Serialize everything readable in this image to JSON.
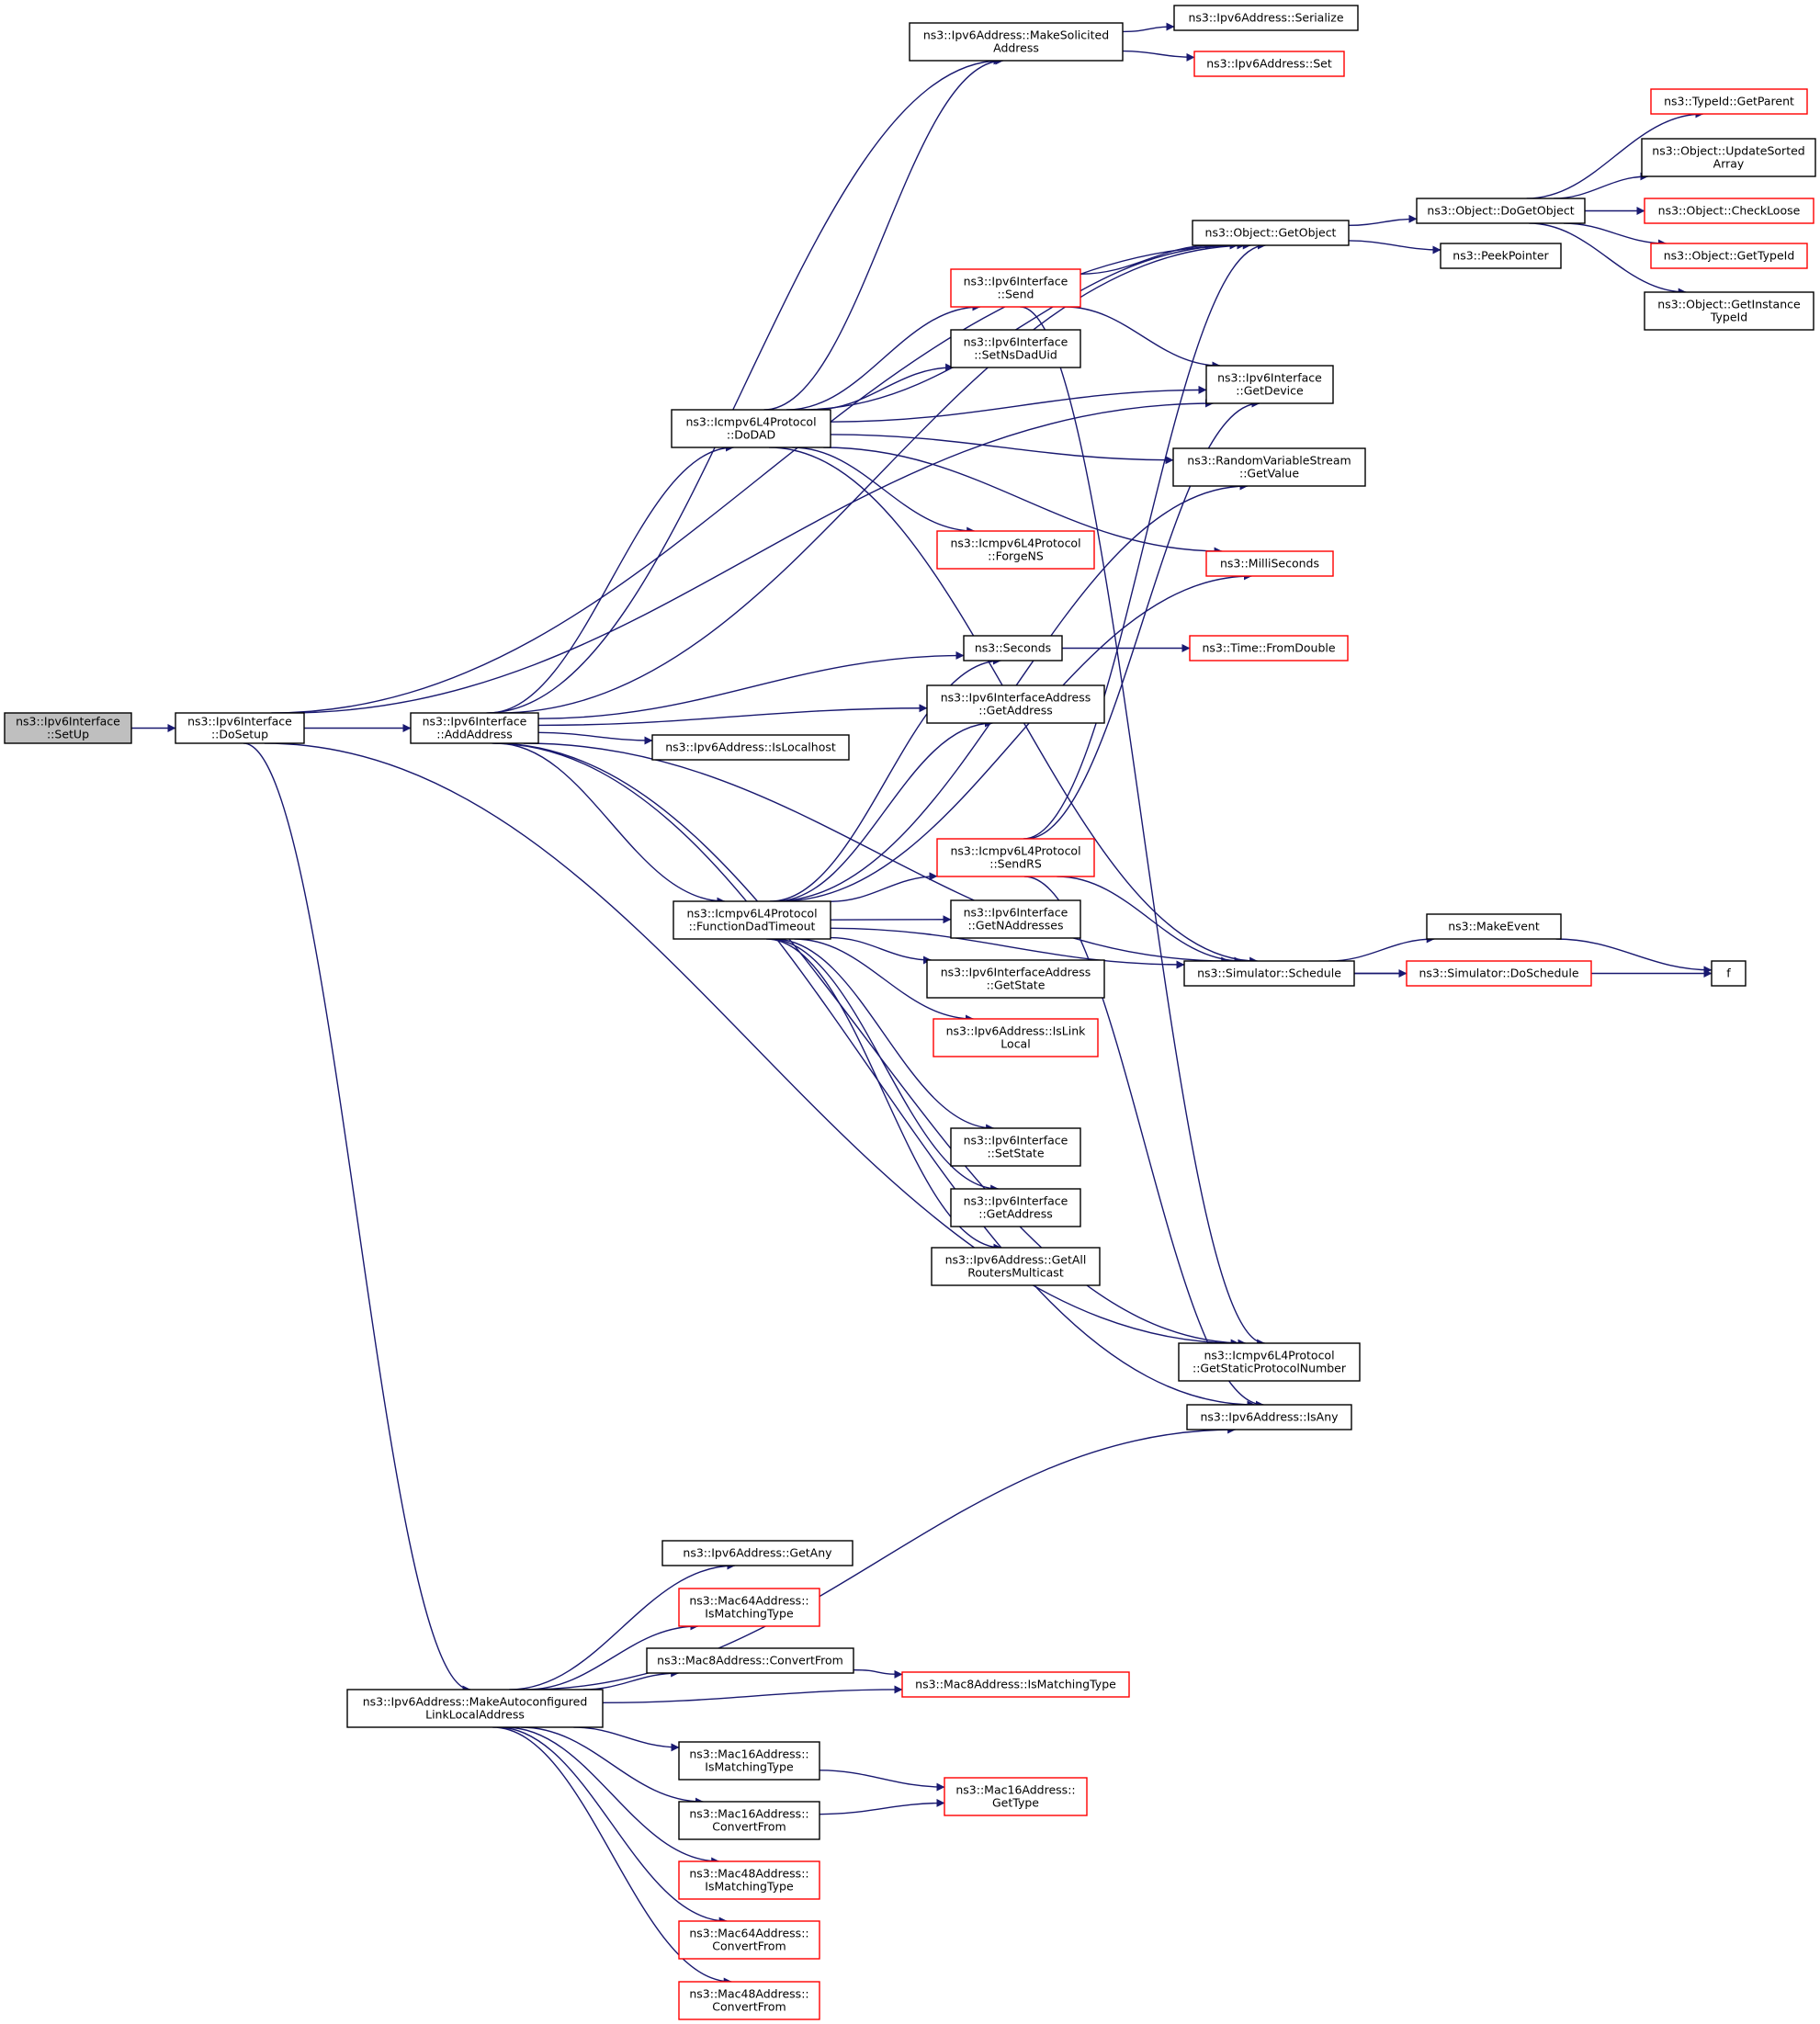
{
  "colors": {
    "edge": "#191970",
    "node_border_normal": "#000000",
    "node_border_incomplete": "#ff0000",
    "node_fill_normal": "#ffffff",
    "node_fill_root": "#bfbfbf"
  },
  "nodes": [
    {
      "id": "n0",
      "lines": [
        "ns3::Ipv6Interface",
        "::SetUp"
      ],
      "style": "root"
    },
    {
      "id": "n1",
      "lines": [
        "ns3::Ipv6Interface",
        "::DoSetup"
      ],
      "style": "normal"
    },
    {
      "id": "n2",
      "lines": [
        "ns3::Ipv6Interface",
        "::AddAddress"
      ],
      "style": "normal"
    },
    {
      "id": "n3",
      "lines": [
        "ns3::Ipv6Address::MakeSolicited",
        "Address"
      ],
      "style": "normal"
    },
    {
      "id": "n4",
      "lines": [
        "ns3::Ipv6Address::Serialize"
      ],
      "style": "normal"
    },
    {
      "id": "n5",
      "lines": [
        "ns3::Ipv6Address::Set"
      ],
      "style": "red"
    },
    {
      "id": "n6",
      "lines": [
        "ns3::Object::GetObject"
      ],
      "style": "normal"
    },
    {
      "id": "n7",
      "lines": [
        "ns3::Object::DoGetObject"
      ],
      "style": "normal"
    },
    {
      "id": "n8",
      "lines": [
        "ns3::TypeId::GetParent"
      ],
      "style": "red"
    },
    {
      "id": "n9",
      "lines": [
        "ns3::Object::UpdateSorted",
        "Array"
      ],
      "style": "normal"
    },
    {
      "id": "n10",
      "lines": [
        "ns3::Object::CheckLoose"
      ],
      "style": "red"
    },
    {
      "id": "n11",
      "lines": [
        "ns3::Object::GetTypeId"
      ],
      "style": "red"
    },
    {
      "id": "n12",
      "lines": [
        "ns3::Object::GetInstance",
        "TypeId"
      ],
      "style": "normal"
    },
    {
      "id": "n13",
      "lines": [
        "ns3::PeekPointer"
      ],
      "style": "normal"
    },
    {
      "id": "n14",
      "lines": [
        "ns3::Ipv6Interface",
        "::Send"
      ],
      "style": "red"
    },
    {
      "id": "n15",
      "lines": [
        "ns3::Ipv6Interface",
        "::SetNsDadUid"
      ],
      "style": "normal"
    },
    {
      "id": "n16",
      "lines": [
        "ns3::Ipv6Interface",
        "::GetDevice"
      ],
      "style": "normal"
    },
    {
      "id": "n17",
      "lines": [
        "ns3::Icmpv6L4Protocol",
        "::DoDAD"
      ],
      "style": "normal"
    },
    {
      "id": "n18",
      "lines": [
        "ns3::RandomVariableStream",
        "::GetValue"
      ],
      "style": "normal"
    },
    {
      "id": "n19",
      "lines": [
        "ns3::Icmpv6L4Protocol",
        "::ForgeNS"
      ],
      "style": "red"
    },
    {
      "id": "n20",
      "lines": [
        "ns3::MilliSeconds"
      ],
      "style": "red"
    },
    {
      "id": "n21",
      "lines": [
        "ns3::Seconds"
      ],
      "style": "normal"
    },
    {
      "id": "n22",
      "lines": [
        "ns3::Time::FromDouble"
      ],
      "style": "red"
    },
    {
      "id": "n23",
      "lines": [
        "ns3::Ipv6InterfaceAddress",
        "::GetAddress"
      ],
      "style": "normal"
    },
    {
      "id": "n24",
      "lines": [
        "ns3::Ipv6Address::IsLocalhost"
      ],
      "style": "normal"
    },
    {
      "id": "n25",
      "lines": [
        "ns3::Icmpv6L4Protocol",
        "::SendRS"
      ],
      "style": "red"
    },
    {
      "id": "n26",
      "lines": [
        "ns3::Icmpv6L4Protocol",
        "::FunctionDadTimeout"
      ],
      "style": "normal"
    },
    {
      "id": "n27",
      "lines": [
        "ns3::Ipv6Interface",
        "::GetNAddresses"
      ],
      "style": "normal"
    },
    {
      "id": "n28",
      "lines": [
        "ns3::MakeEvent"
      ],
      "style": "normal"
    },
    {
      "id": "n29",
      "lines": [
        "ns3::Ipv6InterfaceAddress",
        "::GetState"
      ],
      "style": "normal"
    },
    {
      "id": "n30",
      "lines": [
        "ns3::Simulator::Schedule"
      ],
      "style": "normal"
    },
    {
      "id": "n31",
      "lines": [
        "ns3::Simulator::DoSchedule"
      ],
      "style": "red"
    },
    {
      "id": "n32",
      "lines": [
        "f"
      ],
      "style": "normal"
    },
    {
      "id": "n33",
      "lines": [
        "ns3::Ipv6Address::IsLink",
        "Local"
      ],
      "style": "red"
    },
    {
      "id": "n34",
      "lines": [
        "ns3::Ipv6Interface",
        "::SetState"
      ],
      "style": "normal"
    },
    {
      "id": "n35",
      "lines": [
        "ns3::Ipv6Interface",
        "::GetAddress"
      ],
      "style": "normal"
    },
    {
      "id": "n36",
      "lines": [
        "ns3::Ipv6Address::GetAll",
        "RoutersMulticast"
      ],
      "style": "normal"
    },
    {
      "id": "n37",
      "lines": [
        "ns3::Icmpv6L4Protocol",
        "::GetStaticProtocolNumber"
      ],
      "style": "normal"
    },
    {
      "id": "n38",
      "lines": [
        "ns3::Ipv6Address::IsAny"
      ],
      "style": "normal"
    },
    {
      "id": "n39",
      "lines": [
        "ns3::Ipv6Address::GetAny"
      ],
      "style": "normal"
    },
    {
      "id": "n40",
      "lines": [
        "ns3::Mac64Address::",
        "IsMatchingType"
      ],
      "style": "red"
    },
    {
      "id": "n41",
      "lines": [
        "ns3::Mac8Address::ConvertFrom"
      ],
      "style": "normal"
    },
    {
      "id": "n42",
      "lines": [
        "ns3::Mac8Address::IsMatchingType"
      ],
      "style": "red"
    },
    {
      "id": "n43",
      "lines": [
        "ns3::Ipv6Address::MakeAutoconfigured",
        "LinkLocalAddress"
      ],
      "style": "normal"
    },
    {
      "id": "n44",
      "lines": [
        "ns3::Mac16Address::",
        "IsMatchingType"
      ],
      "style": "normal"
    },
    {
      "id": "n45",
      "lines": [
        "ns3::Mac16Address::",
        "GetType"
      ],
      "style": "red"
    },
    {
      "id": "n46",
      "lines": [
        "ns3::Mac16Address::",
        "ConvertFrom"
      ],
      "style": "normal"
    },
    {
      "id": "n47",
      "lines": [
        "ns3::Mac48Address::",
        "IsMatchingType"
      ],
      "style": "red"
    },
    {
      "id": "n48",
      "lines": [
        "ns3::Mac64Address::",
        "ConvertFrom"
      ],
      "style": "red"
    },
    {
      "id": "n49",
      "lines": [
        "ns3::Mac48Address::",
        "ConvertFrom"
      ],
      "style": "red"
    }
  ],
  "edges": [
    {
      "from": "n0",
      "to": "n1"
    },
    {
      "from": "n1",
      "to": "n2"
    },
    {
      "from": "n1",
      "to": "n6"
    },
    {
      "from": "n1",
      "to": "n16"
    },
    {
      "from": "n1",
      "to": "n37"
    },
    {
      "from": "n1",
      "to": "n43"
    },
    {
      "from": "n2",
      "to": "n3"
    },
    {
      "from": "n2",
      "to": "n6"
    },
    {
      "from": "n2",
      "to": "n17"
    },
    {
      "from": "n2",
      "to": "n21"
    },
    {
      "from": "n2",
      "to": "n23"
    },
    {
      "from": "n2",
      "to": "n24"
    },
    {
      "from": "n2",
      "to": "n26"
    },
    {
      "from": "n2",
      "to": "n30"
    },
    {
      "from": "n2",
      "to": "n37"
    },
    {
      "from": "n2",
      "to": "n38"
    },
    {
      "from": "n3",
      "to": "n4"
    },
    {
      "from": "n3",
      "to": "n5"
    },
    {
      "from": "n6",
      "to": "n7"
    },
    {
      "from": "n6",
      "to": "n13"
    },
    {
      "from": "n7",
      "to": "n8"
    },
    {
      "from": "n7",
      "to": "n9"
    },
    {
      "from": "n7",
      "to": "n10"
    },
    {
      "from": "n7",
      "to": "n11"
    },
    {
      "from": "n7",
      "to": "n12"
    },
    {
      "from": "n14",
      "to": "n6"
    },
    {
      "from": "n14",
      "to": "n16"
    },
    {
      "from": "n14",
      "to": "n37"
    },
    {
      "from": "n17",
      "to": "n3"
    },
    {
      "from": "n17",
      "to": "n6"
    },
    {
      "from": "n17",
      "to": "n14"
    },
    {
      "from": "n17",
      "to": "n15"
    },
    {
      "from": "n17",
      "to": "n16"
    },
    {
      "from": "n17",
      "to": "n18"
    },
    {
      "from": "n17",
      "to": "n19"
    },
    {
      "from": "n17",
      "to": "n20"
    },
    {
      "from": "n17",
      "to": "n30"
    },
    {
      "from": "n21",
      "to": "n22"
    },
    {
      "from": "n25",
      "to": "n6"
    },
    {
      "from": "n25",
      "to": "n16"
    },
    {
      "from": "n25",
      "to": "n30"
    },
    {
      "from": "n25",
      "to": "n38"
    },
    {
      "from": "n26",
      "to": "n18"
    },
    {
      "from": "n26",
      "to": "n20"
    },
    {
      "from": "n26",
      "to": "n21"
    },
    {
      "from": "n26",
      "to": "n23"
    },
    {
      "from": "n26",
      "to": "n25"
    },
    {
      "from": "n26",
      "to": "n27"
    },
    {
      "from": "n26",
      "to": "n29"
    },
    {
      "from": "n26",
      "to": "n30"
    },
    {
      "from": "n26",
      "to": "n33"
    },
    {
      "from": "n26",
      "to": "n34"
    },
    {
      "from": "n26",
      "to": "n35"
    },
    {
      "from": "n26",
      "to": "n36"
    },
    {
      "from": "n28",
      "to": "n32"
    },
    {
      "from": "n30",
      "to": "n28"
    },
    {
      "from": "n30",
      "to": "n31"
    },
    {
      "from": "n30",
      "to": "n32"
    },
    {
      "from": "n41",
      "to": "n42"
    },
    {
      "from": "n43",
      "to": "n38"
    },
    {
      "from": "n43",
      "to": "n39"
    },
    {
      "from": "n43",
      "to": "n40"
    },
    {
      "from": "n43",
      "to": "n41"
    },
    {
      "from": "n43",
      "to": "n42"
    },
    {
      "from": "n43",
      "to": "n44"
    },
    {
      "from": "n43",
      "to": "n46"
    },
    {
      "from": "n43",
      "to": "n47"
    },
    {
      "from": "n43",
      "to": "n48"
    },
    {
      "from": "n43",
      "to": "n49"
    },
    {
      "from": "n44",
      "to": "n45"
    },
    {
      "from": "n46",
      "to": "n45"
    }
  ]
}
